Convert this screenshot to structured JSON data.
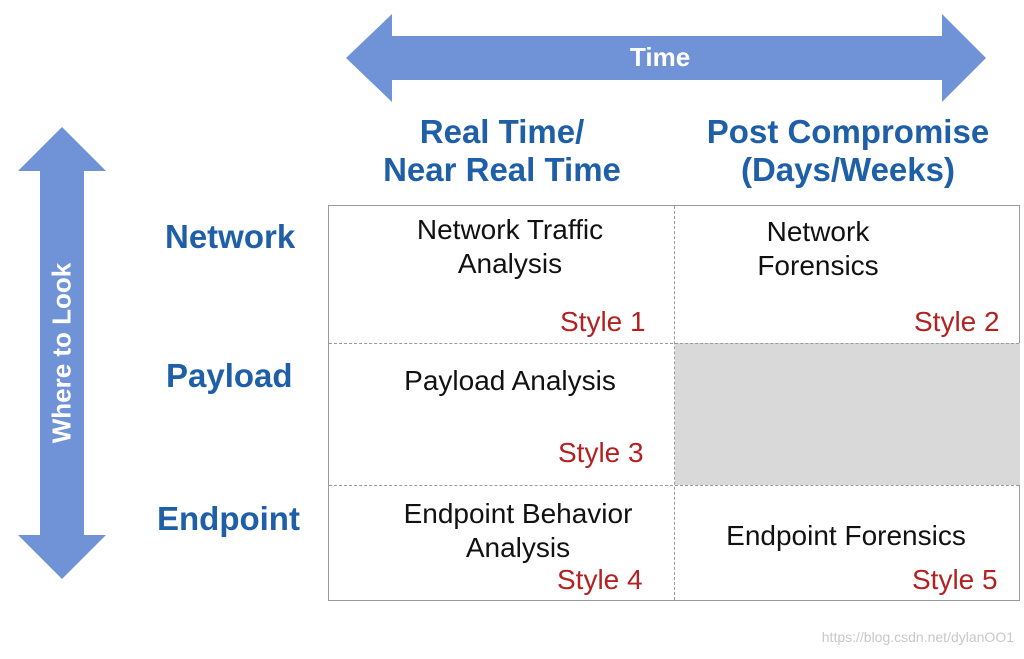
{
  "colors": {
    "arrow": "#6f93d6",
    "heading": "#1f5fa8",
    "style_label": "#b22222",
    "shaded_cell": "#d9d9d9",
    "grid_line": "#9a9a9a"
  },
  "time_axis": {
    "label": "Time"
  },
  "look_axis": {
    "label": "Where to Look"
  },
  "columns": [
    {
      "label": "Real Time/\nNear Real Time"
    },
    {
      "label": "Post Compromise\n(Days/Weeks)"
    }
  ],
  "rows": [
    {
      "label": "Network"
    },
    {
      "label": "Payload"
    },
    {
      "label": "Endpoint"
    }
  ],
  "cells": {
    "network_realtime": {
      "text": "Network Traffic\nAnalysis",
      "style": "Style 1"
    },
    "network_post": {
      "text": "Network\nForensics",
      "style": "Style 2"
    },
    "payload_realtime": {
      "text": "Payload Analysis",
      "style": "Style 3"
    },
    "payload_post": {
      "text": "",
      "style": ""
    },
    "endpoint_realtime": {
      "text": "Endpoint Behavior\nAnalysis",
      "style": "Style 4"
    },
    "endpoint_post": {
      "text": "Endpoint Forensics",
      "style": "Style 5"
    }
  },
  "watermark": "https://blog.csdn.net/dylanOO1"
}
